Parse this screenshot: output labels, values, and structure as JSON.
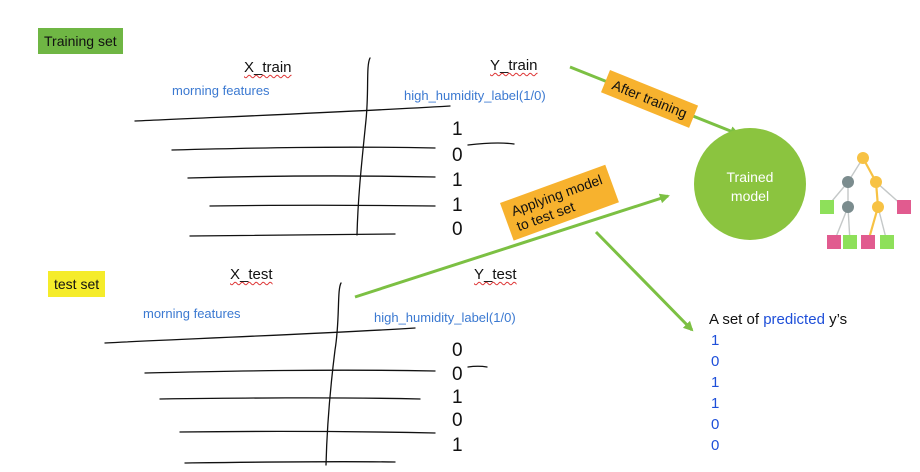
{
  "training": {
    "badge": "Training set",
    "x_header": "X_train",
    "y_header": "Y_train",
    "x_desc": "morning features",
    "y_desc": "high_humidity_label(1/0)",
    "labels": [
      "1",
      "0",
      "1",
      "1",
      "0"
    ]
  },
  "test": {
    "badge": "test set",
    "x_header": "X_test",
    "y_header": "Y_test",
    "x_desc": "morning features",
    "y_desc": "high_humidity_label(1/0)",
    "labels": [
      "0",
      "0",
      "1",
      "0",
      "1"
    ]
  },
  "annotations": {
    "after_training": "After training",
    "apply_line1": "Applying model",
    "apply_line2": "to test set"
  },
  "model": {
    "line1": "Trained",
    "line2": "model",
    "color": "#8bc43f"
  },
  "predicted": {
    "prefix": "A set of ",
    "highlight": "predicted",
    "suffix": " y’s",
    "values": [
      "1",
      "0",
      "1",
      "1",
      "0",
      "0"
    ]
  },
  "tree_icon": "decision-tree-icon",
  "colors": {
    "arrow": "#7cc043",
    "badge_green": "#6fb644",
    "badge_yellow": "#f5ec2a",
    "note_orange": "#f7b22e",
    "label_blue": "#3b79d1",
    "predicted_blue": "#1e4fd9",
    "tree_gray": "#7b8c8e",
    "tree_yellow": "#f7c244",
    "leaf_green": "#8ee05a",
    "leaf_pink": "#e15b8f"
  }
}
